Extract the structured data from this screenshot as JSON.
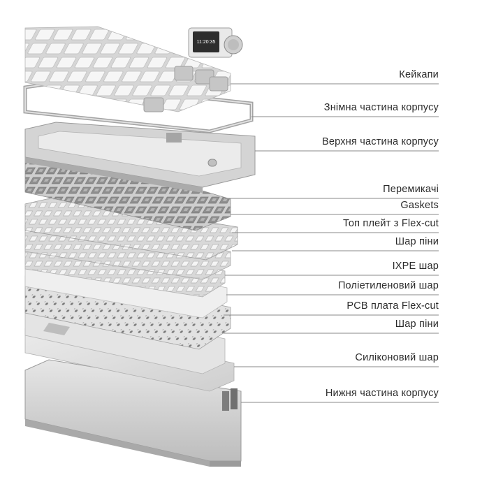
{
  "clock_display": {
    "time": "11:20:35"
  },
  "layers": [
    {
      "label": "Кейкапи"
    },
    {
      "label": "Знімна частина корпусу"
    },
    {
      "label": "Верхня частина корпусу"
    },
    {
      "label": "Перемикачі"
    },
    {
      "label": "Gaskets"
    },
    {
      "label": "Топ плейт з Flex-cut"
    },
    {
      "label": "Шар піни"
    },
    {
      "label": "IXPE шар"
    },
    {
      "label": "Поліетиленовий шар"
    },
    {
      "label": "PCB плата Flex-cut"
    },
    {
      "label": "Шар піни"
    },
    {
      "label": "Силіконовий шар"
    },
    {
      "label": "Нижня частина корпусу"
    }
  ],
  "colors": {
    "line": "#8a8a8a",
    "text": "#2b2b2b",
    "shell": "#d9d9d9",
    "keycap_white": "#f4f4f4",
    "keycap_grey": "#c9c9c9"
  }
}
